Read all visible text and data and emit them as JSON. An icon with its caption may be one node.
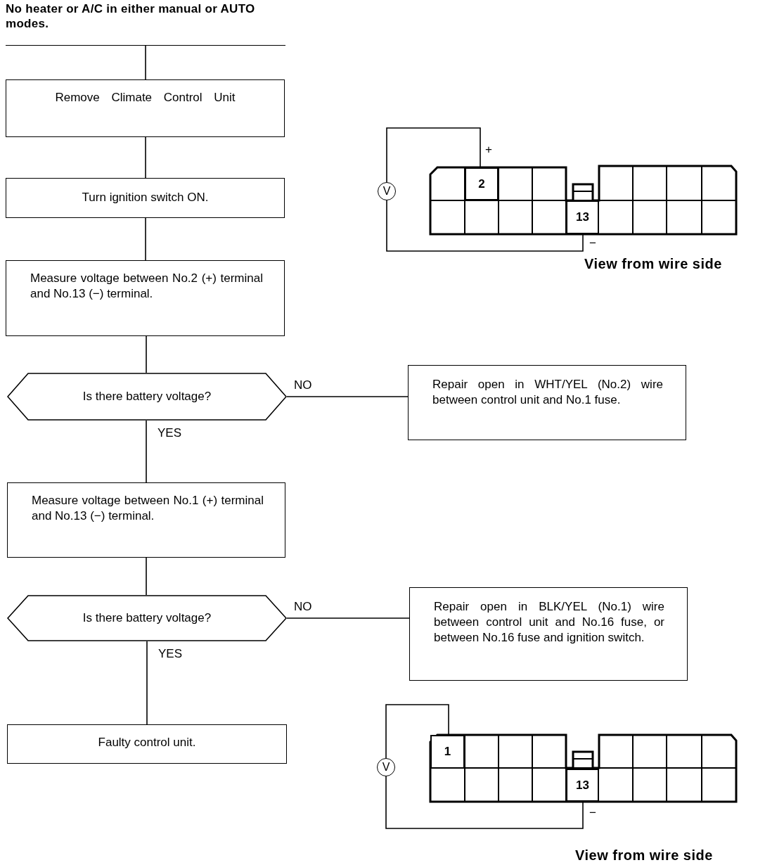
{
  "diagram": {
    "nodes": [
      {
        "text": [
          "No heater or A/C in either manual or AUTO modes."
        ]
      },
      {
        "text": [
          "Remove Climate Control Unit"
        ]
      },
      {
        "text": [
          "Turn ignition switch ON."
        ]
      },
      {
        "text": [
          "Measure voltage between No.2 (+) terminal and No.13 (−) terminal."
        ]
      },
      {
        "text": [
          "Is there battery voltage?"
        ]
      },
      {
        "text": [
          "Repair open in WHT/YEL (No.2) wire between control unit and No.1 fuse."
        ]
      },
      {
        "text": [
          "Measure voltage between No.1 (+) terminal and No.13 (−) terminal."
        ]
      },
      {
        "text": [
          "Is there battery voltage?"
        ]
      },
      {
        "text": [
          "Repair open in BLK/YEL (No.1) wire between control unit and No.16 fuse, or between No.16 fuse and ignition switch."
        ]
      },
      {
        "text": [
          "Faulty control unit."
        ]
      },
      {
        "text": [
          "V"
        ]
      },
      {
        "text": [
          "2"
        ]
      },
      {
        "text": [
          "13"
        ]
      },
      {
        "text": [
          "V"
        ]
      },
      {
        "text": [
          "1"
        ]
      },
      {
        "text": [
          "13"
        ]
      }
    ],
    "edges": [
      {
        "from": 0,
        "to": 1,
        "arrow": "none"
      },
      {
        "from": 1,
        "to": 2,
        "arrow": "none"
      },
      {
        "from": 2,
        "to": 3,
        "arrow": "none"
      },
      {
        "from": 3,
        "to": 4,
        "arrow": "none"
      },
      {
        "from": 4,
        "to": 5,
        "arrow": "none",
        "label": "NO"
      },
      {
        "from": 4,
        "to": 6,
        "arrow": "none",
        "label": "YES"
      },
      {
        "from": 6,
        "to": 7,
        "arrow": "none"
      },
      {
        "from": 7,
        "to": 8,
        "arrow": "none",
        "label": "NO"
      },
      {
        "from": 7,
        "to": 9,
        "arrow": "none",
        "label": "YES"
      },
      {
        "from": 10,
        "to": 11,
        "arrow": "none"
      },
      {
        "from": 10,
        "to": 12,
        "arrow": "none"
      },
      {
        "from": 13,
        "to": 14,
        "arrow": "none"
      },
      {
        "from": 13,
        "to": 15,
        "arrow": "none"
      }
    ],
    "labels": [
      "+",
      "−",
      "View from wire side",
      "−",
      "View from wire side"
    ]
  }
}
